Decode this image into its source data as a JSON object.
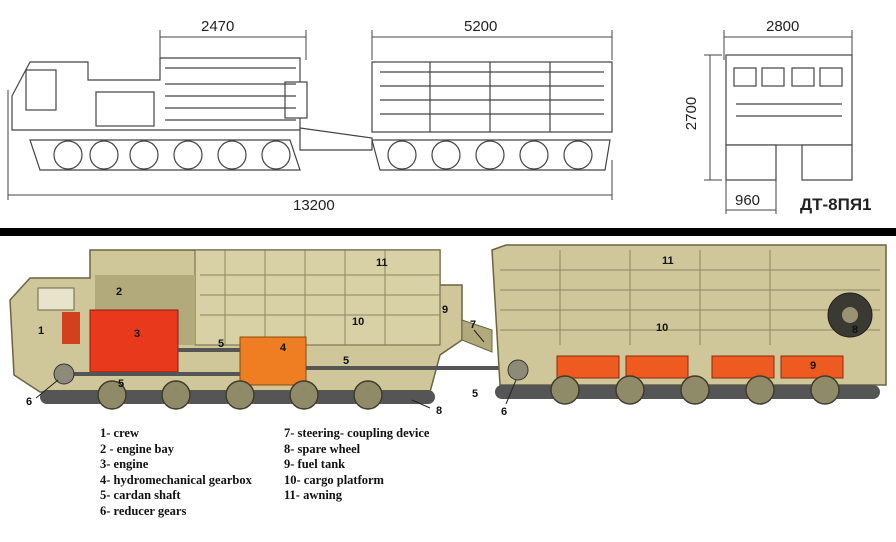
{
  "top_dimensions": {
    "front_unit_body": "2470",
    "rear_unit_body": "5200",
    "total_length": "13200",
    "width": "2800",
    "height": "2700",
    "track_width": "960"
  },
  "model": "ДТ-8ПЯ1",
  "callouts": {
    "crew": "1",
    "engine_bay": "2",
    "engine": "3",
    "gearbox": "4",
    "cardan_upper": "5",
    "cardan_lower": "5",
    "cardan_mid": "5",
    "cardan_link": "5",
    "reducer_front": "6",
    "reducer_rear": "6",
    "steering": "7",
    "spare_wheel": "8",
    "track": "8",
    "fuel_tank_front": "9",
    "fuel_tank_rear": "9",
    "platform_front": "10",
    "platform_rear": "10",
    "awning_front": "11",
    "awning_rear": "11"
  },
  "legend_left": [
    "1- crew",
    "2 - engine bay",
    "3- engine",
    "4- hydromechanical gearbox",
    "5- cardan shaft",
    "6- reducer gears"
  ],
  "legend_right": [
    "7-  steering- coupling device",
    "8-  spare wheel",
    "9-  fuel tank",
    "10- cargo platform",
    "11- awning"
  ],
  "colors": {
    "line": "#444444",
    "divider": "#000000",
    "body": "#cfc79a",
    "body_dark": "#b3aa7c",
    "engine": "#e8391c",
    "gearbox": "#ef7d22",
    "fuel_tank": "#ee5a1f",
    "track": "#555555"
  }
}
